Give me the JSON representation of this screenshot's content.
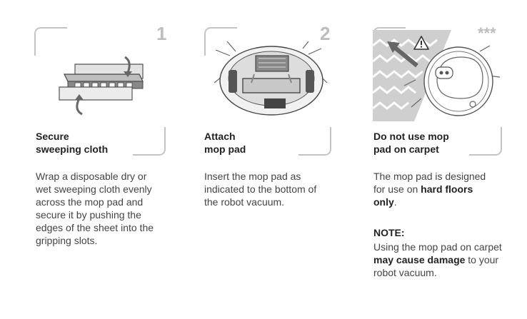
{
  "steps": [
    {
      "number": "1",
      "heading": [
        "Secure",
        "sweeping cloth"
      ],
      "body": "Wrap a disposable dry or wet sweeping cloth evenly across the mop pad and secure it by pushing the edges of the sheet into the gripping slots."
    },
    {
      "number": "2",
      "heading": [
        "Attach",
        "mop pad"
      ],
      "body": "Insert the mop pad as indicated to the bottom of the robot vacuum."
    },
    {
      "number": "***",
      "heading": [
        "Do not use mop",
        "pad on carpet"
      ],
      "body_pre": "The mop pad is designed for use on ",
      "body_bold": "hard floors only",
      "body_post": ".",
      "note_title": "NOTE:",
      "note_pre": "Using the mop pad on carpet ",
      "note_bold": "may cause damage",
      "note_post": " to your robot vacuum."
    }
  ],
  "icons": {
    "step1": "mop-pad-cloth-illustration",
    "step2": "robot-vacuum-underside-illustration",
    "step3": "robot-on-carpet-warning-illustration",
    "warning": "warning-triangle-icon"
  },
  "colors": {
    "frame": "#c4c4c4",
    "step_number": "#bdbdbd",
    "carpet": "#cfcfcf"
  }
}
